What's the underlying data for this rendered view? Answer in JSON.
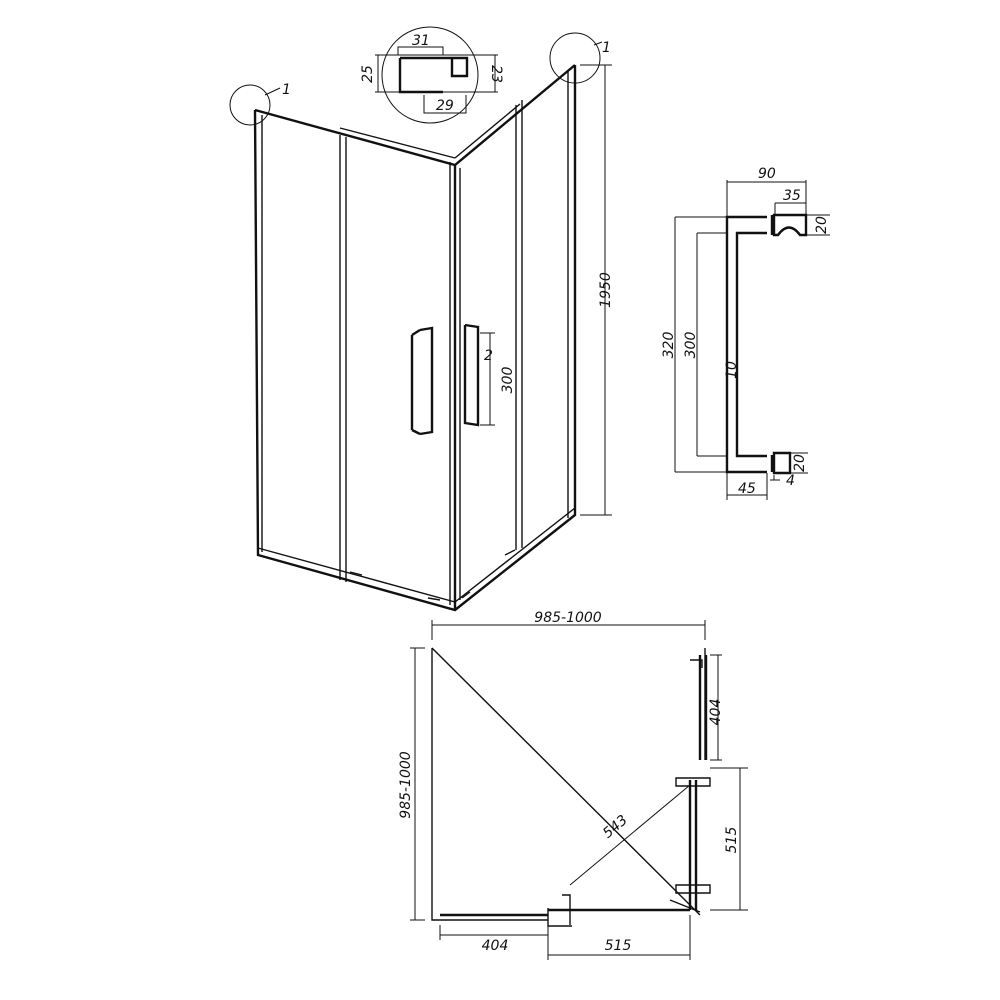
{
  "callouts": {
    "profile_detail": "1",
    "handle_detail": "2",
    "profile_detail_right": "1"
  },
  "profile_section": {
    "width_top": "31",
    "width_bottom": "29",
    "height_left": "25",
    "height_right": "23"
  },
  "elevation": {
    "height": "1950",
    "handle_height": "300"
  },
  "handle": {
    "depth": "90",
    "knob_width": "35",
    "knob_height_top": "20",
    "total_length": "320",
    "center_distance": "300",
    "bar_diameter": "10",
    "knob_height_bottom": "20",
    "offset": "45",
    "gap": "4"
  },
  "plan": {
    "width": "985-1000",
    "depth": "985-1000",
    "fixed_right": "404",
    "door_right": "515",
    "diagonal": "543",
    "fixed_bottom": "404",
    "door_bottom": "515"
  }
}
